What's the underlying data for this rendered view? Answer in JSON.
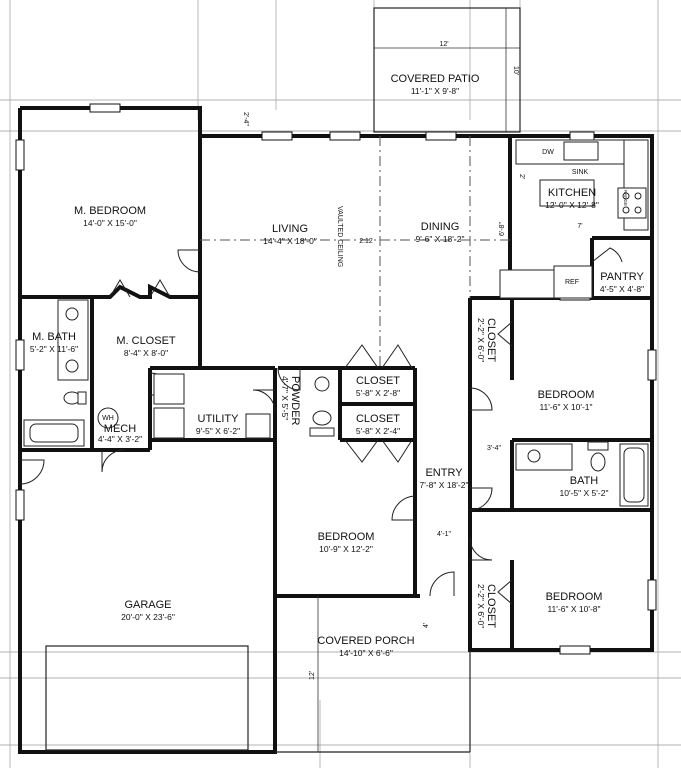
{
  "rooms": {
    "covered_patio": {
      "name": "COVERED PATIO",
      "dims": "11'-1\" X 9'-8\""
    },
    "m_bedroom": {
      "name": "M. BEDROOM",
      "dims": "14'-0\" X 15'-0\""
    },
    "living": {
      "name": "LIVING",
      "dims": "14'-4\" X 18'-0\""
    },
    "dining": {
      "name": "DINING",
      "dims": "9'-6\" X 18'-2\""
    },
    "kitchen": {
      "name": "KITCHEN",
      "dims": "12'-0\" X 12'-8\""
    },
    "pantry": {
      "name": "PANTRY",
      "dims": "4'-5\" X 4'-8\""
    },
    "m_bath": {
      "name": "M. BATH",
      "dims": "5'-2\" X 11'-6\""
    },
    "m_closet": {
      "name": "M. CLOSET",
      "dims": "8'-4\" X 8'-0\""
    },
    "closet_a": {
      "name": "CLOSET",
      "dims": "5'-8\" X 2'-8\""
    },
    "closet_b": {
      "name": "CLOSET",
      "dims": "5'-8\" X 2'-4\""
    },
    "powder": {
      "name": "POWDER",
      "dims": "4'-7\" X 5'-5\""
    },
    "utility": {
      "name": "UTILITY",
      "dims": "9'-5\" X 6'-2\""
    },
    "mech": {
      "name": "MECH",
      "dims": "4'-4\" X 3'-2\""
    },
    "closet_c": {
      "name": "CLOSET",
      "dims": "2'-2\" X 6'-0\""
    },
    "bedroom_1": {
      "name": "BEDROOM",
      "dims": "11'-6\" X 10'-1\""
    },
    "bath": {
      "name": "BATH",
      "dims": "10'-5\" X 5'-2\""
    },
    "entry": {
      "name": "ENTRY",
      "dims": "7'-8\" X 18'-2\""
    },
    "bedroom_2": {
      "name": "BEDROOM",
      "dims": "10'-9\" X 12'-2\""
    },
    "closet_d": {
      "name": "CLOSET",
      "dims": "2'-2\" X 6'-0\""
    },
    "bedroom_3": {
      "name": "BEDROOM",
      "dims": "11'-6\" X 10'-8\""
    },
    "garage": {
      "name": "GARAGE",
      "dims": "20'-0\" X 23'-6\""
    },
    "covered_porch": {
      "name": "COVERED PORCH",
      "dims": "14'-10\" X 6'-6\""
    }
  },
  "notes": {
    "vaulted_ceiling": "VAULTED CEILING",
    "pitch": "2:12",
    "sink": "SINK",
    "dw": "DW",
    "range": "RANGE",
    "ref": "REF",
    "wh": "WH"
  },
  "dimensions": {
    "patio_width": "12'",
    "patio_depth": "10'",
    "rear_offset": "2'-4\"",
    "kitchen_small": "2'",
    "kitchen_height": "6'-8\"",
    "kitchen_width": "7'",
    "hall_width": "3'-4\"",
    "entry_width": "4'-1\"",
    "porch_offset": "4'",
    "porch_depth": "12'"
  }
}
